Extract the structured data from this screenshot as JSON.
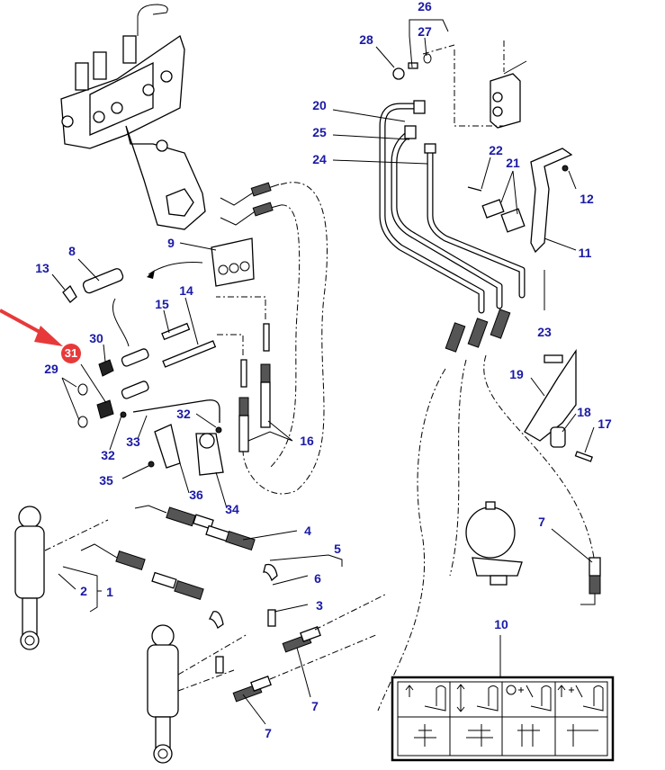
{
  "diagram": {
    "title": "Hydraulic lift control valve and cylinder assembly - exploded parts view",
    "highlighted_part": "31",
    "highlight_color": "#e8393a",
    "label_color": "#1a1aa6",
    "labels": [
      {
        "id": "1",
        "text": "1"
      },
      {
        "id": "2",
        "text": "2"
      },
      {
        "id": "3",
        "text": "3"
      },
      {
        "id": "4",
        "text": "4"
      },
      {
        "id": "5",
        "text": "5"
      },
      {
        "id": "6",
        "text": "6"
      },
      {
        "id": "7a",
        "text": "7"
      },
      {
        "id": "7b",
        "text": "7"
      },
      {
        "id": "7c",
        "text": "7"
      },
      {
        "id": "8",
        "text": "8"
      },
      {
        "id": "9",
        "text": "9"
      },
      {
        "id": "10",
        "text": "10"
      },
      {
        "id": "11",
        "text": "11"
      },
      {
        "id": "12",
        "text": "12"
      },
      {
        "id": "13",
        "text": "13"
      },
      {
        "id": "14",
        "text": "14"
      },
      {
        "id": "15",
        "text": "15"
      },
      {
        "id": "16",
        "text": "16"
      },
      {
        "id": "17",
        "text": "17"
      },
      {
        "id": "18",
        "text": "18"
      },
      {
        "id": "19",
        "text": "19"
      },
      {
        "id": "20",
        "text": "20"
      },
      {
        "id": "21",
        "text": "21"
      },
      {
        "id": "22",
        "text": "22"
      },
      {
        "id": "23",
        "text": "23"
      },
      {
        "id": "24",
        "text": "24"
      },
      {
        "id": "25",
        "text": "25"
      },
      {
        "id": "26",
        "text": "26"
      },
      {
        "id": "27",
        "text": "27"
      },
      {
        "id": "28",
        "text": "28"
      },
      {
        "id": "29",
        "text": "29"
      },
      {
        "id": "30",
        "text": "30"
      },
      {
        "id": "31",
        "text": "31"
      },
      {
        "id": "32a",
        "text": "32"
      },
      {
        "id": "32b",
        "text": "32"
      },
      {
        "id": "33",
        "text": "33"
      },
      {
        "id": "34",
        "text": "34"
      },
      {
        "id": "35",
        "text": "35"
      },
      {
        "id": "36",
        "text": "36"
      }
    ],
    "decal_panel": {
      "part_number": "10",
      "columns": [
        {
          "top_symbol": "arrow-up",
          "bottom_symbol": "lever-pattern-1"
        },
        {
          "top_symbol": "arrow-up-down",
          "bottom_symbol": "lever-pattern-2"
        },
        {
          "top_symbol": "lock-plus-spring",
          "bottom_symbol": "lever-pattern-3"
        },
        {
          "top_symbol": "arrow-up-plus-spring",
          "bottom_symbol": "lever-pattern-4"
        }
      ]
    }
  }
}
